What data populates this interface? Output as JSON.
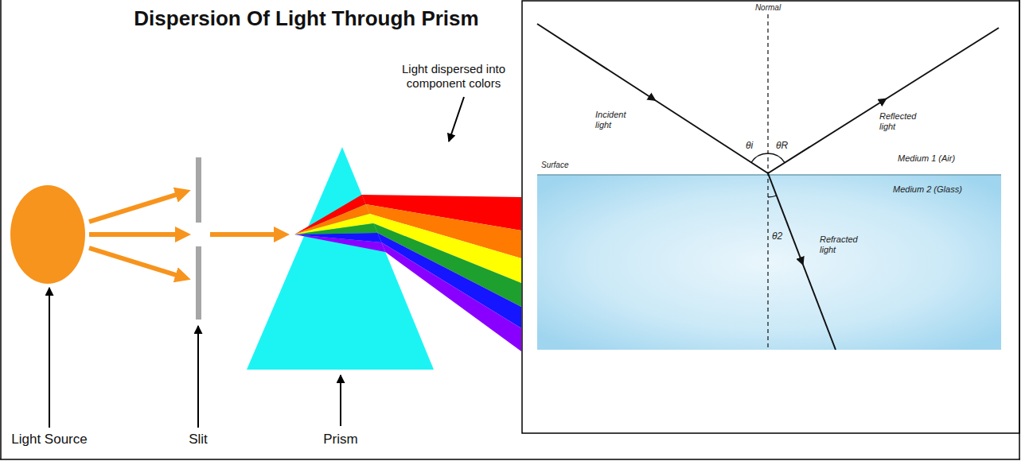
{
  "diagram": {
    "title": "Dispersion Of Light Through Prism",
    "labels": [
      "Light dispersed into component colors",
      "Light Source",
      "Slit",
      "Prism",
      "Normal",
      "Incident light",
      "Reflected light",
      "θi",
      "θR",
      "Surface",
      "Medium 1 (Air)",
      "Medium 2 (Glass)",
      "θ2",
      "Refracted light"
    ]
  }
}
